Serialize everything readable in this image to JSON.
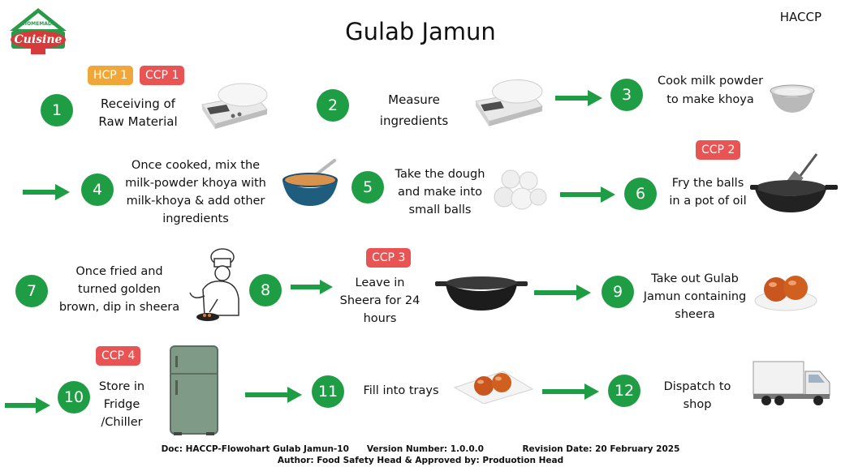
{
  "header": {
    "title": "Gulab Jamun",
    "tag": "HACCP",
    "logo_line1": "HOMEMADE",
    "logo_line2": "Cuisine"
  },
  "steps": [
    {
      "number": "1",
      "text": "Receiving of Raw Material",
      "icon": "weighing-scale-icon"
    },
    {
      "number": "2",
      "text": "Measure ingredients",
      "icon": "weighing-scale-icon"
    },
    {
      "number": "3",
      "text": "Cook milk powder to make khoya",
      "icon": "steel-bowl-icon"
    },
    {
      "number": "4",
      "text": "Once cooked, mix the milk-powder khoya with milk-khoya & add other ingredients",
      "icon": "mixing-bowl-icon"
    },
    {
      "number": "5",
      "text": "Take the dough and make into small balls",
      "icon": "dough-balls-icon"
    },
    {
      "number": "6",
      "text": "Fry the balls in a pot of oil",
      "icon": "wok-icon"
    },
    {
      "number": "7",
      "text": "Once fried and turned golden brown, dip in sheera",
      "icon": "chef-icon"
    },
    {
      "number": "8",
      "text": "Leave in Sheera for 24 hours",
      "icon": "kadai-icon"
    },
    {
      "number": "9",
      "text": "Take out Gulab Jamun containing sheera",
      "icon": "gulab-jamun-plate-icon"
    },
    {
      "number": "10",
      "text": "Store in Fridge /Chiller",
      "icon": "fridge-icon"
    },
    {
      "number": "11",
      "text": "Fill into trays",
      "icon": "tray-icon"
    },
    {
      "number": "12",
      "text": "Dispatch to shop",
      "icon": "truck-icon"
    }
  ],
  "badges": {
    "hcp1": "HCP 1",
    "ccp1": "CCP 1",
    "ccp2": "CCP 2",
    "ccp3": "CCP 3",
    "ccp4": "CCP 4"
  },
  "colors": {
    "step_green": "#1f9d45",
    "hcp_orange": "#f0a73a",
    "ccp_red": "#e85454"
  },
  "footer": {
    "line1": "Doc: HACCP-Flowohart Gulab Jamun-10      Version Number: 1.0.0.0             Revision Date: 20 February 2025",
    "line2": "Author: Food Safety Head & Approved by: Produotion Head"
  }
}
